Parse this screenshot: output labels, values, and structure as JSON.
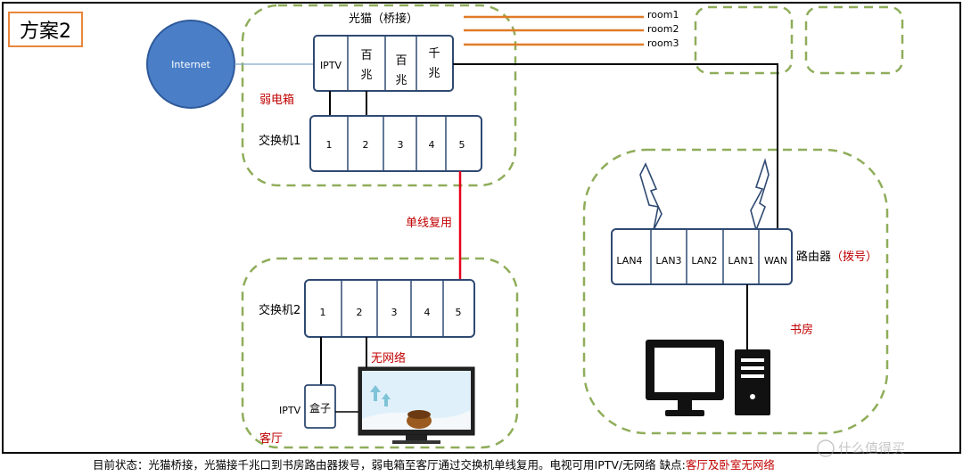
{
  "title": "方案2",
  "internet": "Internet",
  "modem": {
    "label": "光猫（桥接）",
    "ports": [
      "IPTV",
      "百兆",
      "百兆",
      "千兆"
    ]
  },
  "rooms": [
    "room1",
    "room2",
    "room3"
  ],
  "weak_box": "弱电箱",
  "switch1": {
    "label": "交换机1",
    "ports": [
      "1",
      "2",
      "3",
      "4",
      "5"
    ]
  },
  "single_line": "单线复用",
  "switch2": {
    "label": "交换机2",
    "ports": [
      "1",
      "2",
      "3",
      "4",
      "5"
    ]
  },
  "no_network": "无网络",
  "iptv_box": {
    "label": "IPTV",
    "name": "盒子"
  },
  "living_room": "客厅",
  "router": {
    "ports": [
      "LAN4",
      "LAN3",
      "LAN2",
      "LAN1",
      "WAN"
    ],
    "label": "路由器",
    "note": "（拨号）"
  },
  "study": "书房",
  "caption": {
    "main": "目前状态：光猫桥接，光猫接千兆口到书房路由器拨号，弱电箱至客厅通过交换机单线复用。电视可用IPTV/无网络 缺点:",
    "drawback": "客厅及卧室无网络"
  },
  "watermark": "什么值得买",
  "colors": {
    "dashed_green": "#8fad5a",
    "orange": "#e07b28",
    "red": "#e8001c",
    "internet_blue": "#4a7fc8",
    "label_red": "#c00000",
    "box_blue": "#2f4a72"
  }
}
